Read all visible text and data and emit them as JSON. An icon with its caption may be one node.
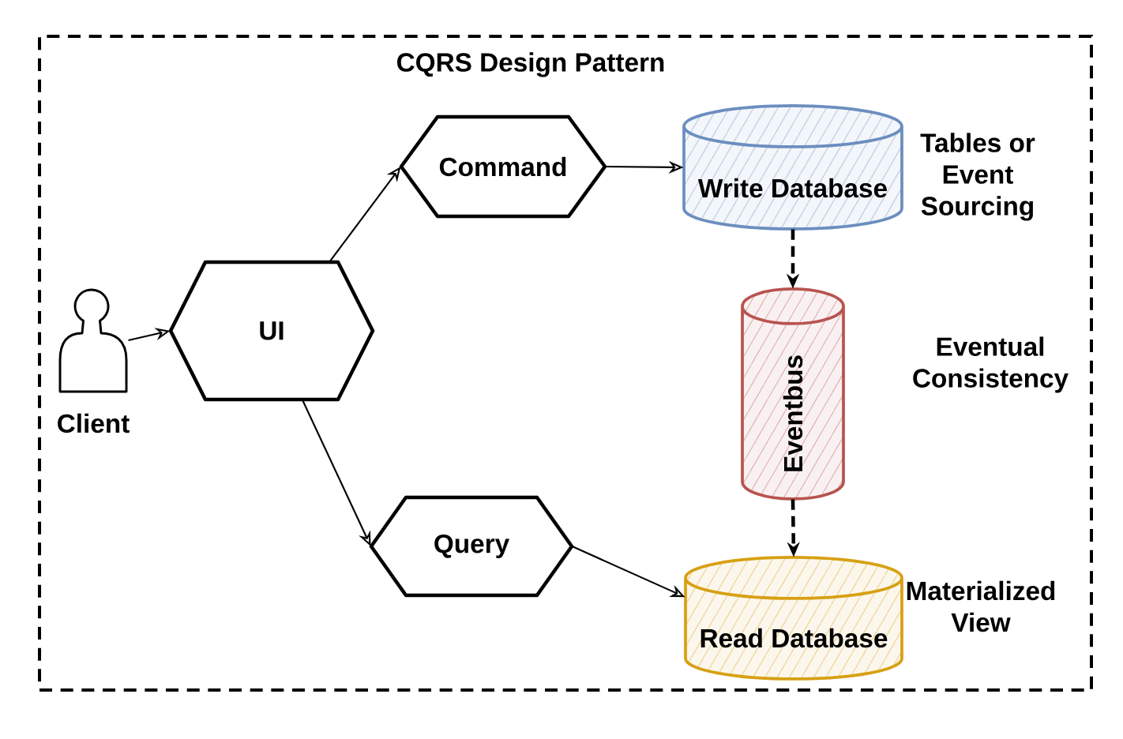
{
  "diagram": {
    "nodes": [
      {
        "text": [
          "CQRS Design Pattern"
        ]
      },
      {
        "text": [
          "Client"
        ],
        "in": 0
      },
      {
        "text": [
          "UI"
        ],
        "in": 0
      },
      {
        "text": [
          "Command"
        ],
        "in": 0
      },
      {
        "text": [
          "Write Database"
        ],
        "in": 0,
        "beside": [
          "Tables or Event Sourcing"
        ]
      },
      {
        "text": [
          "Eventbus"
        ],
        "in": 0,
        "beside": [
          "Eventual Consistency"
        ]
      },
      {
        "text": [
          "Query"
        ],
        "in": 0
      },
      {
        "text": [
          "Read Database"
        ],
        "in": 0,
        "beside": [
          "Materialized View"
        ]
      }
    ],
    "edges": [
      {
        "from": 1,
        "to": 2,
        "arrow": "to"
      },
      {
        "from": 2,
        "to": 3,
        "arrow": "to"
      },
      {
        "from": 2,
        "to": 6,
        "arrow": "to"
      },
      {
        "from": 3,
        "to": 4,
        "arrow": "to"
      },
      {
        "from": 6,
        "to": 7,
        "arrow": "to"
      },
      {
        "from": 4,
        "to": 5,
        "arrow": "to",
        "style": "dashed"
      },
      {
        "from": 5,
        "to": 7,
        "arrow": "to",
        "style": "dashed"
      }
    ]
  }
}
